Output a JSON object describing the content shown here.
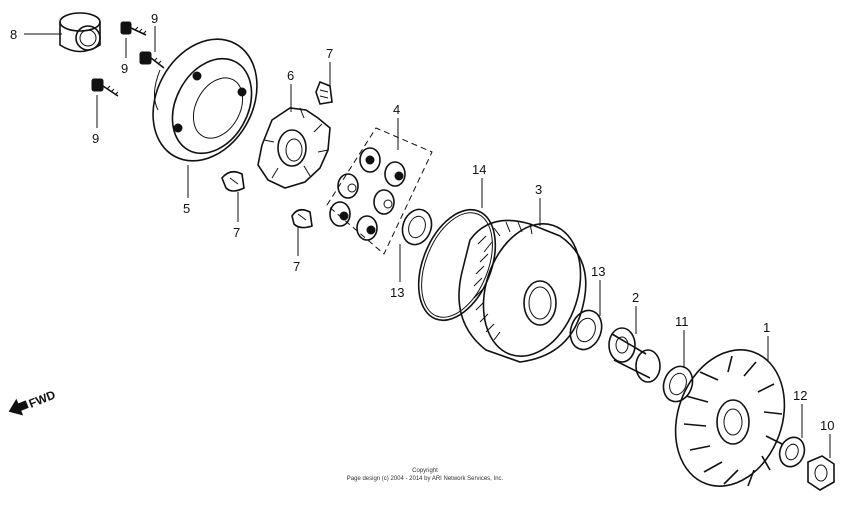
{
  "labels": [
    {
      "id": "l8",
      "text": "8"
    },
    {
      "id": "l9a",
      "text": "9"
    },
    {
      "id": "l9b",
      "text": "9"
    },
    {
      "id": "l9c",
      "text": "9"
    },
    {
      "id": "l5",
      "text": "5"
    },
    {
      "id": "l6",
      "text": "6"
    },
    {
      "id": "l7a",
      "text": "7"
    },
    {
      "id": "l7b",
      "text": "7"
    },
    {
      "id": "l7c",
      "text": "7"
    },
    {
      "id": "l4",
      "text": "4"
    },
    {
      "id": "l13a",
      "text": "13"
    },
    {
      "id": "l14",
      "text": "14"
    },
    {
      "id": "l3",
      "text": "3"
    },
    {
      "id": "l13b",
      "text": "13"
    },
    {
      "id": "l2",
      "text": "2"
    },
    {
      "id": "l11",
      "text": "11"
    },
    {
      "id": "l1",
      "text": "1"
    },
    {
      "id": "l12",
      "text": "12"
    },
    {
      "id": "l10",
      "text": "10"
    }
  ],
  "direction_label": "FWD",
  "copyright": {
    "line1": "Copyright",
    "line2": "Page design (c) 2004 - 2014 by ARI Network Services, Inc."
  }
}
